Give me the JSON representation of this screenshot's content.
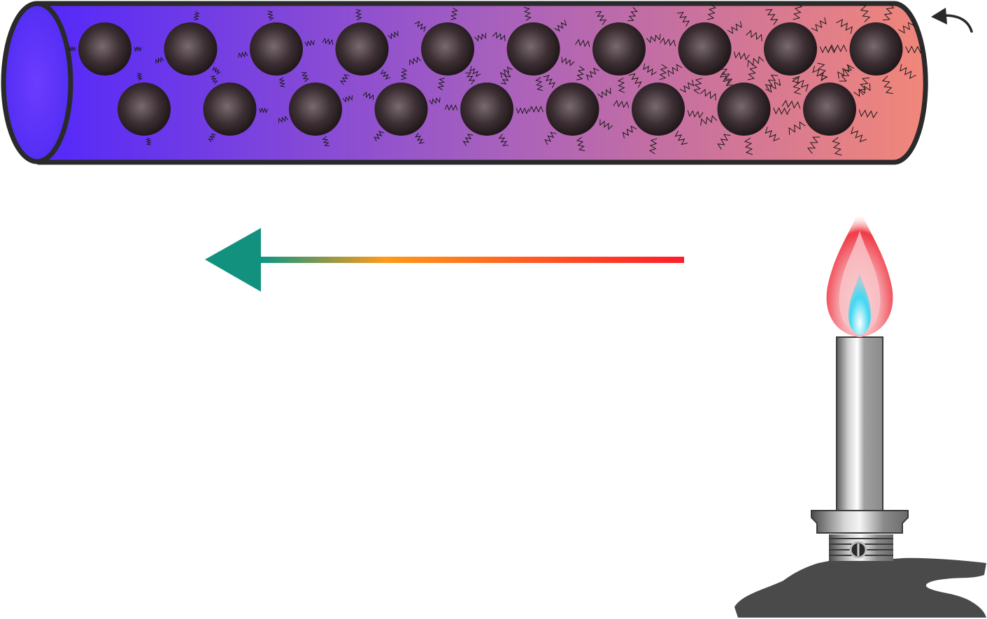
{
  "diagram": {
    "type": "heat-conduction",
    "rod": {
      "color_cold": "#5327fb",
      "color_hot": "#f28779",
      "outline_color": "#2a2a2a",
      "particles_top_row": 10,
      "particles_bottom_row": 9,
      "particle_color": "#2e2426"
    },
    "heat_flow_arrow": {
      "direction": "left",
      "colors": [
        "#009689",
        "#ff9a1a",
        "#ff1c2c"
      ]
    },
    "rotation_arrow": {
      "icon": "curved-arrow-icon"
    },
    "burner": {
      "icon": "bunsen-burner-icon",
      "flame_outer_color": "#f03a46",
      "flame_inner_color": "#3fd8f2",
      "metal_color": "#9a9a9a",
      "base_color": "#4a4a4a"
    }
  }
}
